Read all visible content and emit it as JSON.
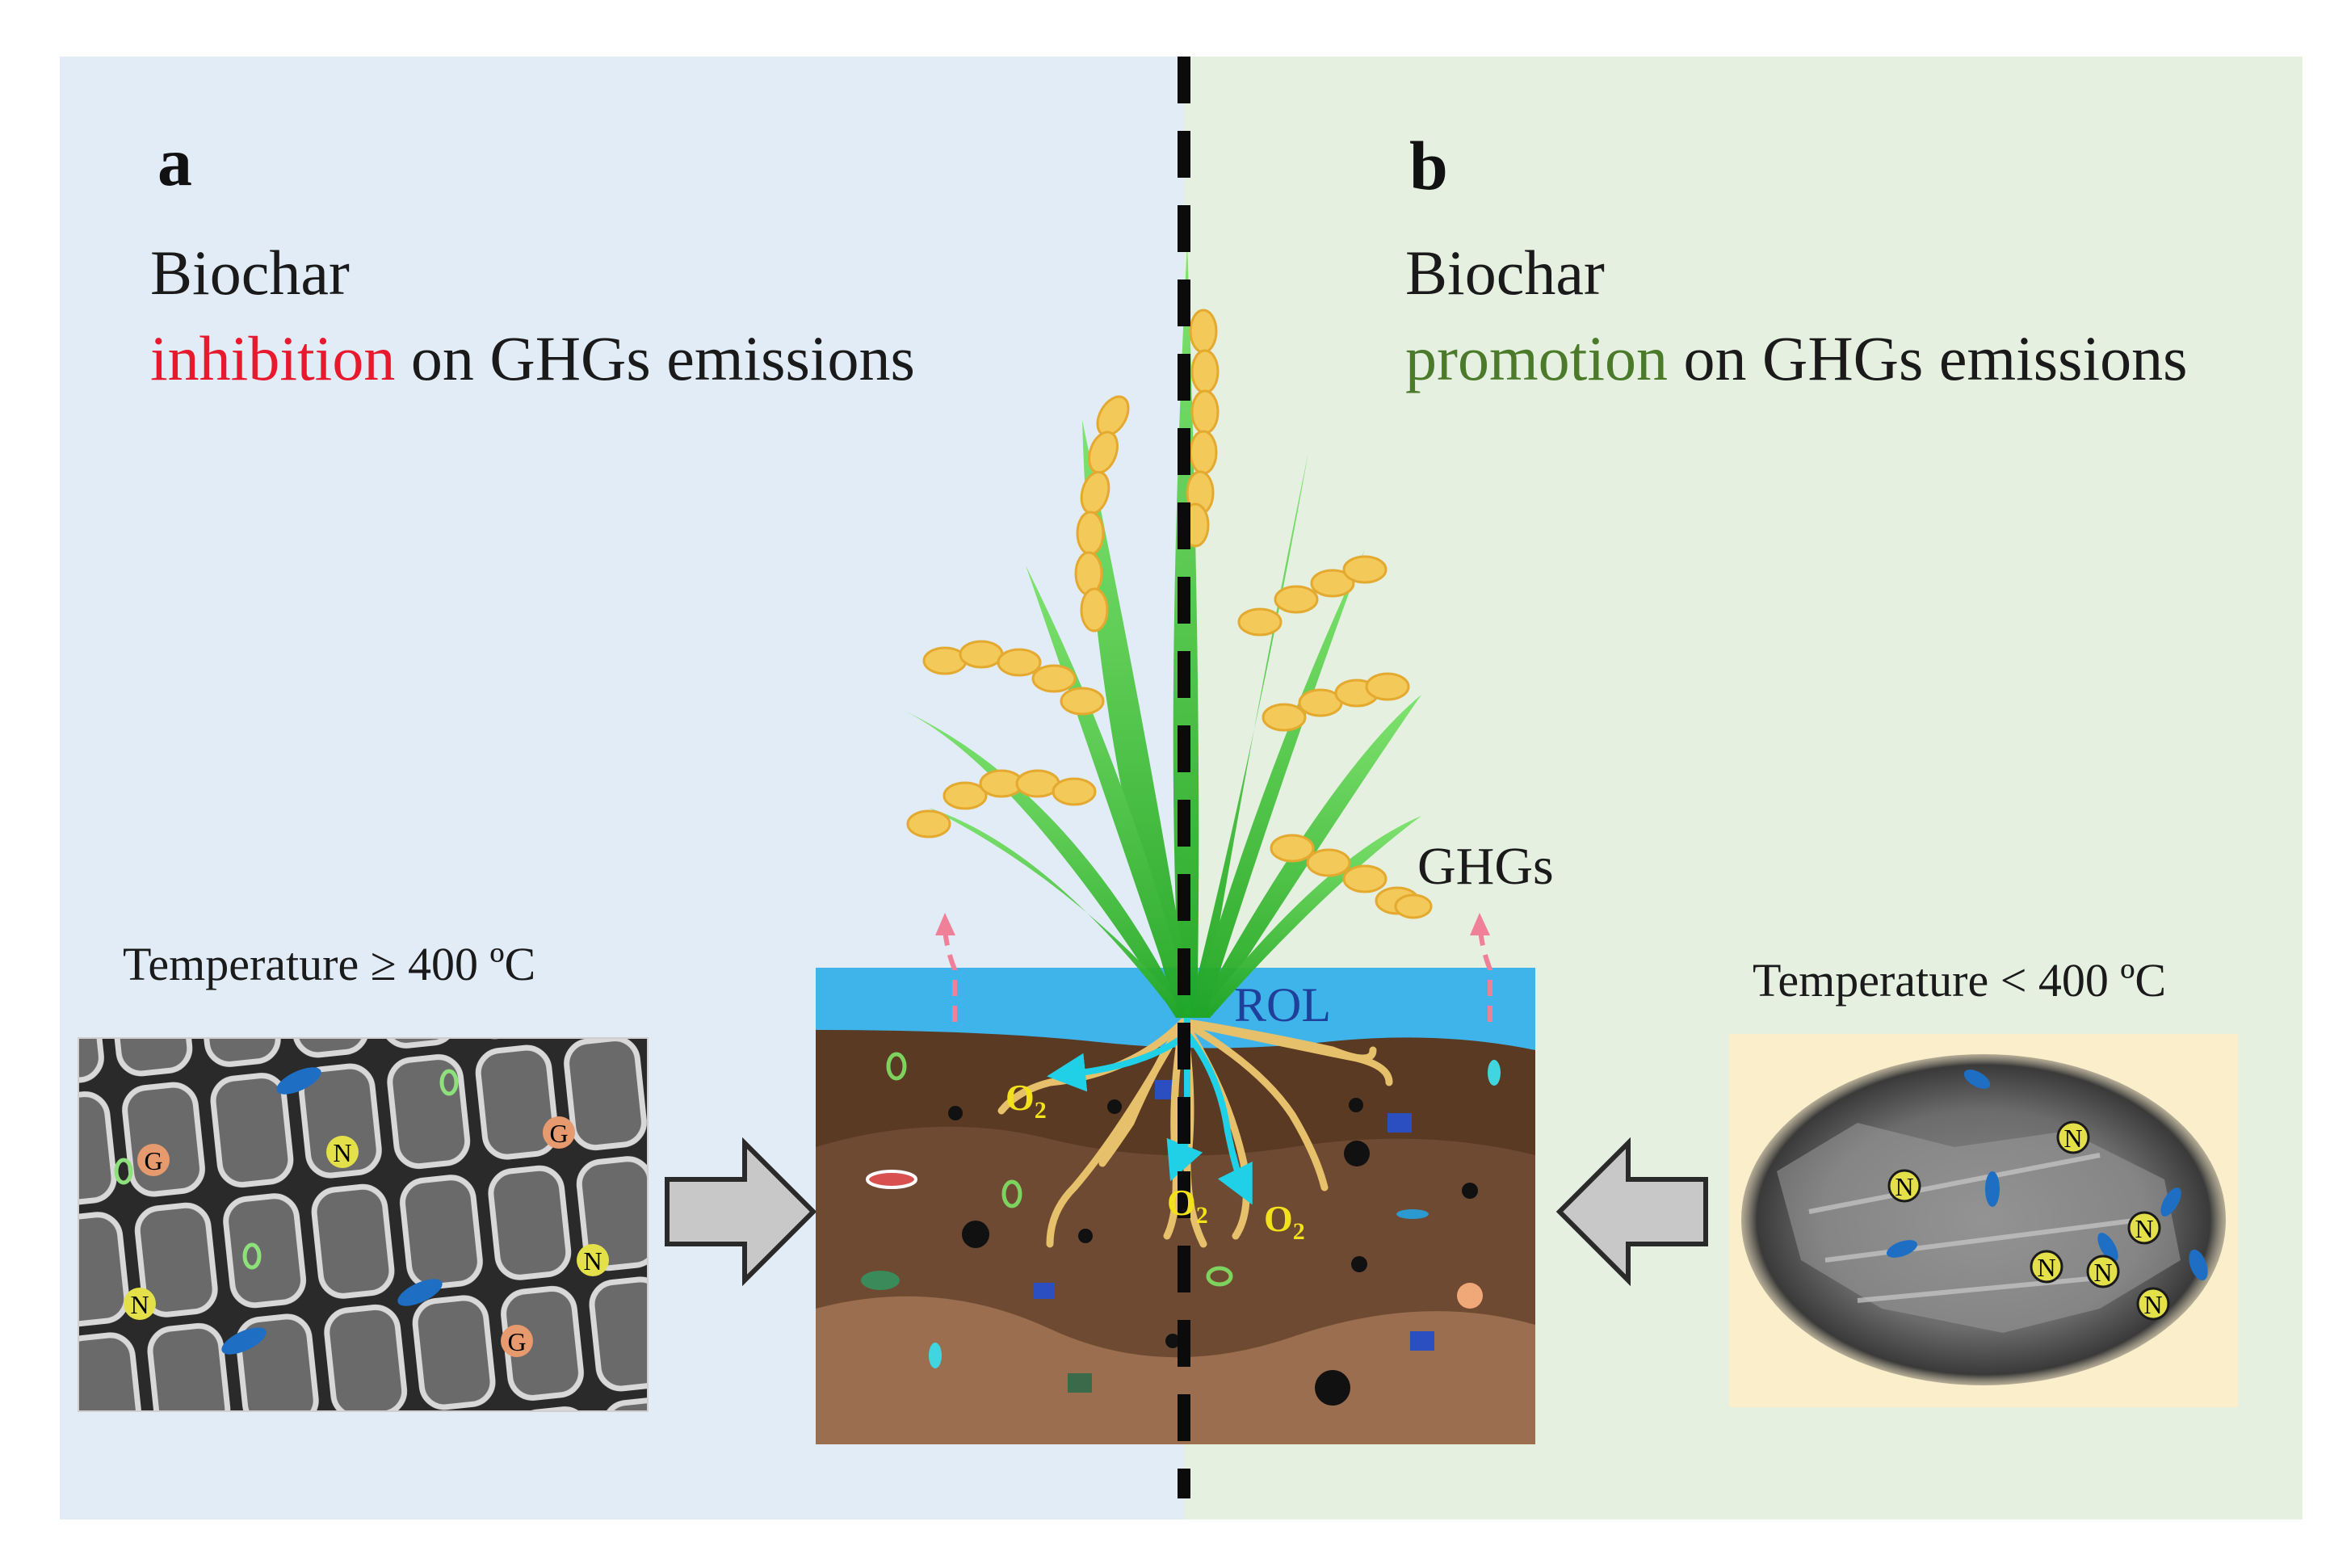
{
  "panel_a": {
    "letter": "a",
    "title_line1": "Biochar",
    "highlight": "inhibition",
    "title_rest": " on GHGs emissions",
    "temperature": "Temperature ≥ 400 ºC",
    "badges": [
      "G",
      "N",
      "G",
      "N",
      "N",
      "G"
    ]
  },
  "panel_b": {
    "letter": "b",
    "title_line1": "Biochar",
    "highlight": "promotion",
    "title_rest": " on GHGs emissions",
    "temperature": "Temperature < 400 ºC",
    "badges": [
      "N",
      "N",
      "N",
      "N",
      "N",
      "N"
    ]
  },
  "center": {
    "ghgs": "GHGs",
    "rol": "ROL",
    "o2_labels": [
      "O",
      "O",
      "O"
    ],
    "o2_sub": "2"
  },
  "colors": {
    "panel_a_bg": "#e2ecf7",
    "panel_b_bg": "#e5f0e1",
    "water": "#3fb4ea",
    "soil_top": "#5a3a22",
    "soil_mid": "#6e4a32",
    "soil_bottom": "#9a6e4e",
    "roots": "#e6c06a",
    "oxygen_arrow": "#1fd0e6",
    "grain": "#f3c95a",
    "leaf": "#2ec02e",
    "red_highlight": "#e8192c",
    "green_highlight": "#4b7a2a"
  }
}
